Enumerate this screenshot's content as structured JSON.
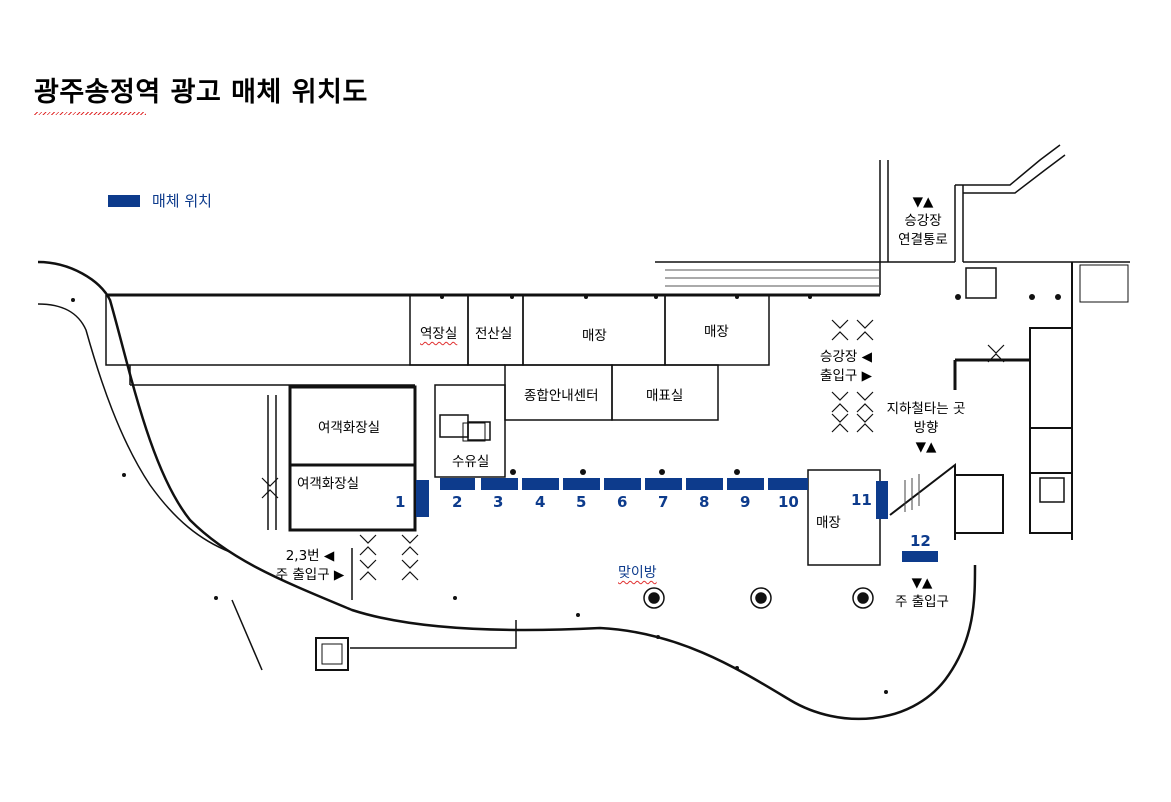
{
  "title": "광주송정역 광고 매체 위치도",
  "legend": {
    "label": "매체 위치",
    "color": "#0d3b8c"
  },
  "rooms": {
    "station_office": "역장실",
    "computer_room": "전산실",
    "store_a": "매장",
    "store_b": "매장",
    "info_center": "종합안내센터",
    "ticket_office": "매표실",
    "restroom_upper": "여객화장실",
    "restroom_lower": "여객화장실",
    "nursing_room": "수유실",
    "store_c": "매장",
    "meeting_hall": "맞이방"
  },
  "directions": {
    "platform_corridor": {
      "arrows": "▼▲",
      "line1": "승강장",
      "line2": "연결통로"
    },
    "platform_entrance": {
      "line1": "승강장 ◀",
      "line2": "출입구 ▶"
    },
    "subway": {
      "line1": "지하철타는 곳",
      "line2": "방향",
      "arrows": "▼▲"
    },
    "exit_23": {
      "line1": "2,3번 ◀",
      "line2": "주 출입구 ▶"
    },
    "main_entrance": {
      "arrows": "▼▲",
      "line1": "주 출입구"
    }
  },
  "media_positions": [
    "1",
    "2",
    "3",
    "4",
    "5",
    "6",
    "7",
    "8",
    "9",
    "10",
    "11",
    "12"
  ]
}
